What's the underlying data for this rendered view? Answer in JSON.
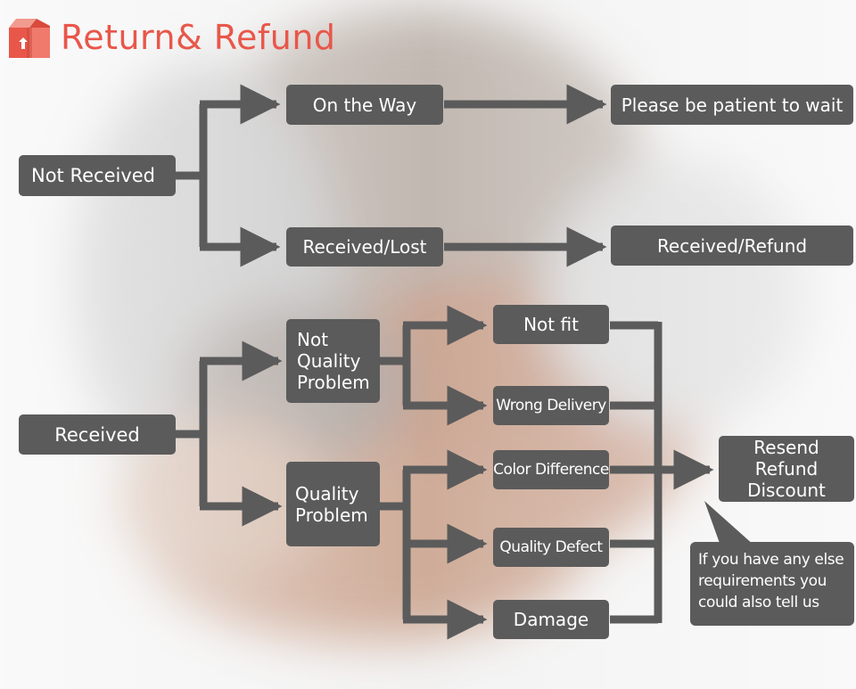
{
  "header": {
    "title": "Return& Refund",
    "icon": "package-box-icon",
    "accent_color": "#e8574a"
  },
  "diagram": {
    "node_color": "#5b5b5b",
    "arrow_color": "#5b5b5b",
    "not_received": {
      "root": "Not Received",
      "on_the_way": "On the Way",
      "please_wait": "Please be patient to wait",
      "received_lost": "Received/Lost",
      "received_refund": "Received/Refund"
    },
    "received": {
      "root": "Received",
      "not_quality_problem": [
        "Not",
        "Quality",
        "Problem"
      ],
      "quality_problem": [
        "Quality",
        "Problem"
      ],
      "not_fit": "Not fit",
      "wrong_delivery": "Wrong Delivery",
      "color_difference": "Color Difference",
      "quality_defect": "Quality Defect",
      "damage": "Damage",
      "outcome": [
        "Resend",
        "Refund",
        "Discount"
      ],
      "note": [
        "If you have any else",
        "requirements you",
        "could also tell us"
      ]
    }
  }
}
